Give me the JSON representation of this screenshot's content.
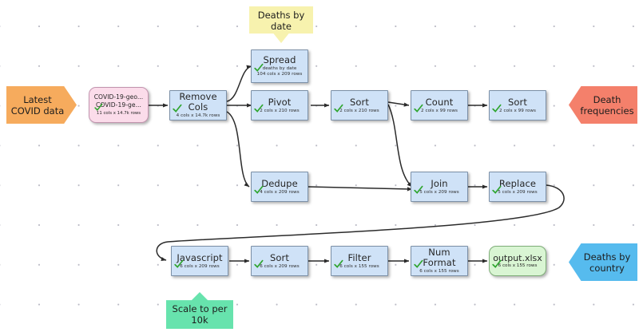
{
  "diagram": {
    "title": "COVID data pipeline",
    "colors": {
      "operation_fill": "#cfe2f7",
      "operation_border": "#7b8fa6",
      "source_fill": "#fbdcea",
      "file_fill": "#d9f5d3",
      "annotation_orange": "#f6ab5d",
      "annotation_red": "#f4806b",
      "annotation_yellow": "#f7f2ae",
      "annotation_blue": "#56bbee",
      "annotation_green": "#67e3ad",
      "check_green": "#2fa52f",
      "edge": "#333333",
      "grid_dot": "#b9b9c4"
    },
    "annotations": [
      {
        "id": "latest-covid-data",
        "label": "Latest\nCOVID data",
        "line1": "Latest",
        "line2": "COVID data",
        "shape": "pentagon-right",
        "color": "#f6ab5d"
      },
      {
        "id": "death-frequencies",
        "label": "Death frequencies",
        "line1": "Death",
        "line2": "frequencies",
        "shape": "pentagon-left",
        "color": "#f4806b"
      },
      {
        "id": "deaths-by-date",
        "label": "Deaths by date",
        "line1": "Deaths by",
        "line2": "date",
        "shape": "note-down",
        "color": "#f7f2ae"
      },
      {
        "id": "deaths-by-country",
        "label": "Deaths by country",
        "line1": "Deaths by",
        "line2": "country",
        "shape": "pentagon-left",
        "color": "#56bbee"
      },
      {
        "id": "scale-to-per-10k",
        "label": "Scale to per 10k",
        "line1": "Scale to per",
        "line2": "10k",
        "shape": "note-up",
        "color": "#67e3ad"
      }
    ],
    "source_node": {
      "id": "covid-19-geographic-source",
      "line1": "COVID-19-geo...",
      "line2": "COVID-19-ge...",
      "stats": "11 cols x 14.7k rows",
      "status": "ok"
    },
    "nodes": [
      {
        "id": "remove-cols",
        "title": "Remove Cols",
        "subhead": "",
        "stats": "4 cols x 14.7k rows",
        "status": "ok"
      },
      {
        "id": "spread",
        "title": "Spread",
        "subhead": "deaths by date",
        "stats": "104 cols x 209 rows",
        "status": "ok"
      },
      {
        "id": "pivot",
        "title": "Pivot",
        "subhead": "",
        "stats": "2 cols x 210 rows",
        "status": "ok"
      },
      {
        "id": "sort-1",
        "title": "Sort",
        "subhead": "",
        "stats": "2 cols x 210 rows",
        "status": "ok"
      },
      {
        "id": "count",
        "title": "Count",
        "subhead": "",
        "stats": "2 cols x 99 rows",
        "status": "ok"
      },
      {
        "id": "sort-2",
        "title": "Sort",
        "subhead": "",
        "stats": "2 cols x 99 rows",
        "status": "ok"
      },
      {
        "id": "dedupe",
        "title": "Dedupe",
        "subhead": "",
        "stats": "4 cols x 209 rows",
        "status": "ok"
      },
      {
        "id": "join",
        "title": "Join",
        "subhead": "",
        "stats": "5 cols x 209 rows",
        "status": "ok"
      },
      {
        "id": "replace",
        "title": "Replace",
        "subhead": "",
        "stats": "5 cols x 209 rows",
        "status": "ok"
      },
      {
        "id": "javascript",
        "title": "Javascript",
        "subhead": "",
        "stats": "6 cols x 209 rows",
        "status": "ok"
      },
      {
        "id": "sort-3",
        "title": "Sort",
        "subhead": "",
        "stats": "6 cols x 209 rows",
        "status": "ok"
      },
      {
        "id": "filter",
        "title": "Filter",
        "subhead": "",
        "stats": "6 cols x 155 rows",
        "status": "ok"
      },
      {
        "id": "num-format",
        "title": "Num Format",
        "subhead": "",
        "stats": "6 cols x 155 rows",
        "status": "ok"
      }
    ],
    "file_node": {
      "id": "output-xlsx",
      "title": "output.xlsx",
      "stats": "6 cols x 155 rows",
      "status": "ok"
    },
    "edges": [
      {
        "from": "covid-19-geographic-source",
        "to": "remove-cols"
      },
      {
        "from": "remove-cols",
        "to": "spread"
      },
      {
        "from": "remove-cols",
        "to": "pivot"
      },
      {
        "from": "remove-cols",
        "to": "dedupe"
      },
      {
        "from": "pivot",
        "to": "sort-1"
      },
      {
        "from": "sort-1",
        "to": "count"
      },
      {
        "from": "sort-1",
        "to": "join"
      },
      {
        "from": "count",
        "to": "sort-2"
      },
      {
        "from": "dedupe",
        "to": "join"
      },
      {
        "from": "join",
        "to": "replace"
      },
      {
        "from": "replace",
        "to": "javascript"
      },
      {
        "from": "javascript",
        "to": "sort-3"
      },
      {
        "from": "sort-3",
        "to": "filter"
      },
      {
        "from": "filter",
        "to": "num-format"
      },
      {
        "from": "num-format",
        "to": "output-xlsx"
      }
    ]
  }
}
